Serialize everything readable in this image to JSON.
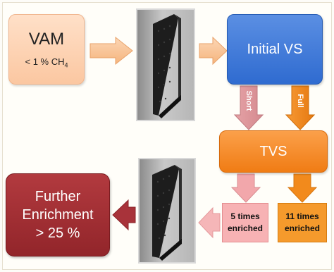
{
  "vam": {
    "title": "VAM",
    "formula_prefix": "< 1 % CH",
    "formula_sub": "4"
  },
  "initial_vs": {
    "label": "Initial VS"
  },
  "tvs": {
    "label": "TVS"
  },
  "branches": {
    "short": "Short",
    "full": "Full"
  },
  "results": {
    "five": {
      "line1": "5 times",
      "line2": "enriched"
    },
    "eleven": {
      "line1": "11 times",
      "line2": "enriched"
    }
  },
  "further": {
    "line1": "Further",
    "line2": "Enrichment",
    "line3": "> 25 %"
  },
  "colors": {
    "vam": "#fbc7a1",
    "initial_vs": "#2f6bd0",
    "tvs": "#f07c14",
    "short_arrow": "#f2a7ab",
    "full_arrow": "#f08a1c",
    "further": "#92252a",
    "flow_arrow_light": "#f9c49a"
  }
}
